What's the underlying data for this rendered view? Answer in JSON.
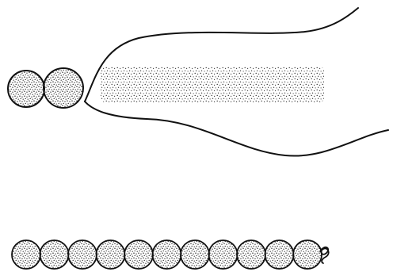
{
  "diagram": {
    "ink_color": "#111111",
    "background_color": "#ffffff",
    "panels": [
      {
        "name": "upper-panel",
        "description_visible": false
      },
      {
        "name": "lower-panel",
        "description_visible": false
      }
    ],
    "upper_panel": {
      "spheres": 2,
      "has_rod": true,
      "has_envelope": true
    },
    "lower_panel": {
      "spheres": 11,
      "has_terminal_curl": true
    }
  }
}
